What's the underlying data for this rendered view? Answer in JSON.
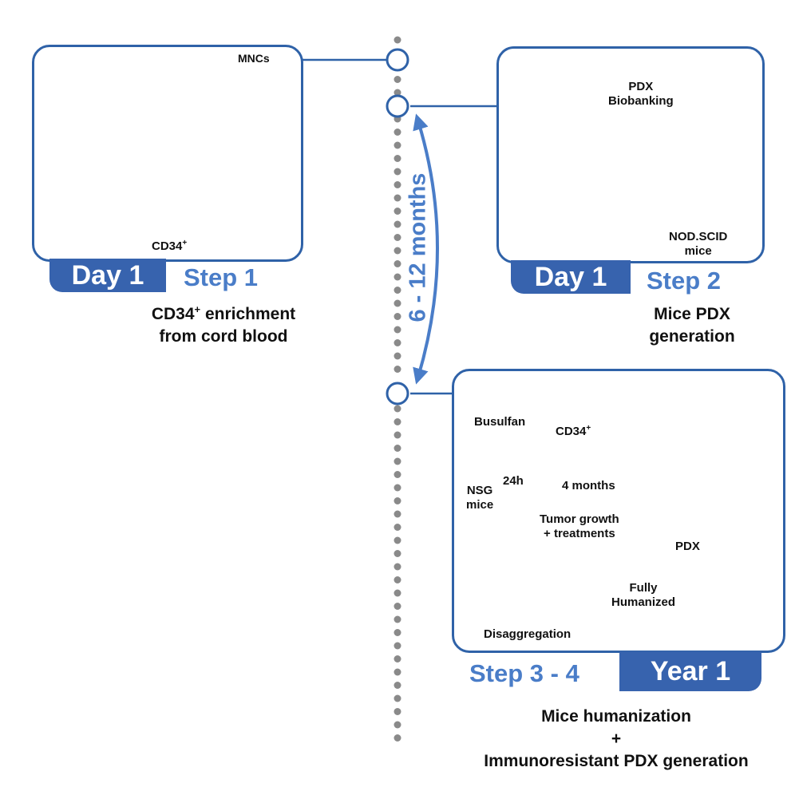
{
  "timeline": {
    "duration_label": "6 - 12 months"
  },
  "step1": {
    "tab": "Day 1",
    "step": "Step 1",
    "caption_line1": "CD34",
    "caption_sup": "+",
    "caption_line1_rest": " enrichment",
    "caption_line2": "from cord blood",
    "mncs_label": "MNCs",
    "cd34_label": "CD34",
    "cd34_sup": "+"
  },
  "step2": {
    "tab": "Day 1",
    "step": "Step 2",
    "caption_line1": "Mice PDX",
    "caption_line2": "generation",
    "biobank_line1": "PDX",
    "biobank_line2": "Biobanking",
    "mice_line1": "NOD.SCID",
    "mice_line2": "mice"
  },
  "step34": {
    "tab": "Year 1",
    "step": "Step 3 - 4",
    "caption_line1": "Mice humanization",
    "caption_line2": "+",
    "caption_line3": "Immunoresistant PDX generation",
    "busulfan": "Busulfan",
    "cd34": "CD34",
    "cd34_sup": "+",
    "nsg_line1": "NSG",
    "nsg_line2": "mice",
    "h24": "24h",
    "months4": "4 months",
    "tumor_line1": "Tumor growth",
    "tumor_line2": "+ treatments",
    "pdx": "PDX",
    "fully_line1": "Fully",
    "fully_line2": "Humanized",
    "disaggregation": "Disaggregation"
  },
  "colors": {
    "panel_border": "#2f62a8",
    "tab_fill": "#3763ae",
    "step_text": "#4a7dc8",
    "arrow": "#1d2452",
    "timeline_dots": "#8a8a8a"
  }
}
